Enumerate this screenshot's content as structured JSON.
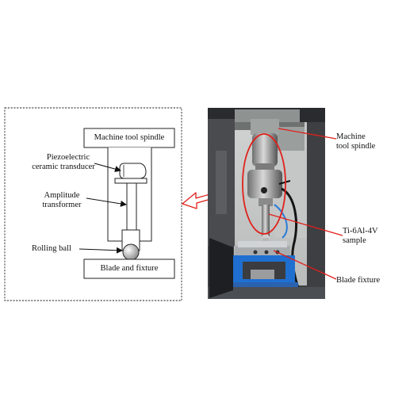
{
  "schematic": {
    "spindle_label": "Machine tool spindle",
    "transducer_label_line1": "Piezoelectric",
    "transducer_label_line2": "ceramic transducer",
    "amplitude_label_line1": "Amplitude",
    "amplitude_label_line2": "transformer",
    "rolling_ball_label": "Rolling ball",
    "blade_label": "Blade and fixture"
  },
  "photo": {
    "spindle_label_line1": "Machine",
    "spindle_label_line2": "tool spindle",
    "sample_label_line1": "Ti-6Al-4V",
    "sample_label_line2": "sample",
    "fixture_label": "Blade fixture"
  },
  "colors": {
    "callout_red": "#e0201b",
    "fixture_blue": "#1f6fd0"
  }
}
